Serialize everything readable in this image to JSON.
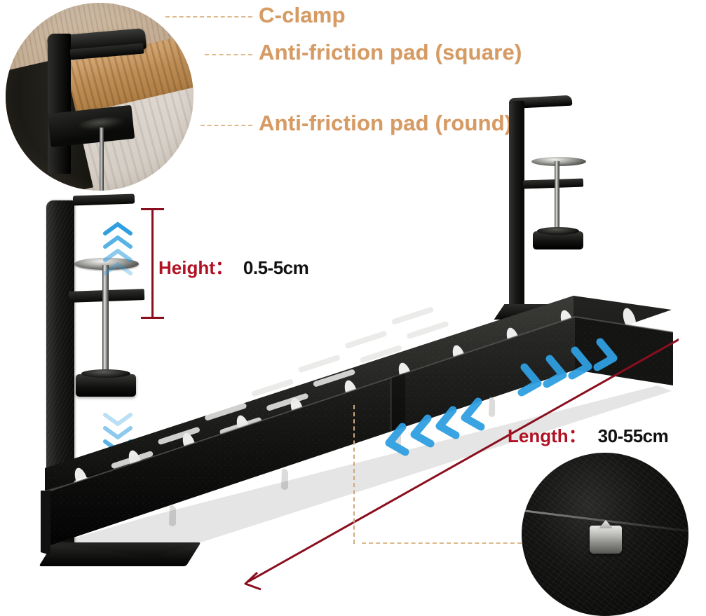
{
  "product": {
    "type": "under-desk cable management tray with C-clamps",
    "body_color": "#111111",
    "accent_arrow_color": "#2f9fe0",
    "callout_text_color": "#d69a63",
    "dimension_key_color": "#b01224",
    "dimension_value_color": "#111111",
    "dimension_line_color": "#8a0f1e",
    "leader_line_color": "#ddb98b",
    "background_color": "#ffffff"
  },
  "callouts": [
    {
      "id": "c-clamp",
      "label": "C-clamp"
    },
    {
      "id": "pad-square",
      "label": "Anti-friction pad (square)"
    },
    {
      "id": "pad-round",
      "label": "Anti-friction pad (round)"
    }
  ],
  "dimensions": {
    "height": {
      "key": "Height：",
      "value": "0.5-5cm"
    },
    "length": {
      "key": "Length：",
      "value": "30-55cm"
    }
  },
  "insets": [
    {
      "id": "desk-clamp-detail",
      "description": "C-clamp gripping wooden desk edge"
    },
    {
      "id": "screw-detail",
      "description": "close-up of adjustment screw on tray"
    }
  ],
  "arrows": {
    "vertical_up": "chevron-up",
    "vertical_down": "chevron-down",
    "horizontal_left": "chevron-left",
    "horizontal_right": "chevron-right"
  }
}
